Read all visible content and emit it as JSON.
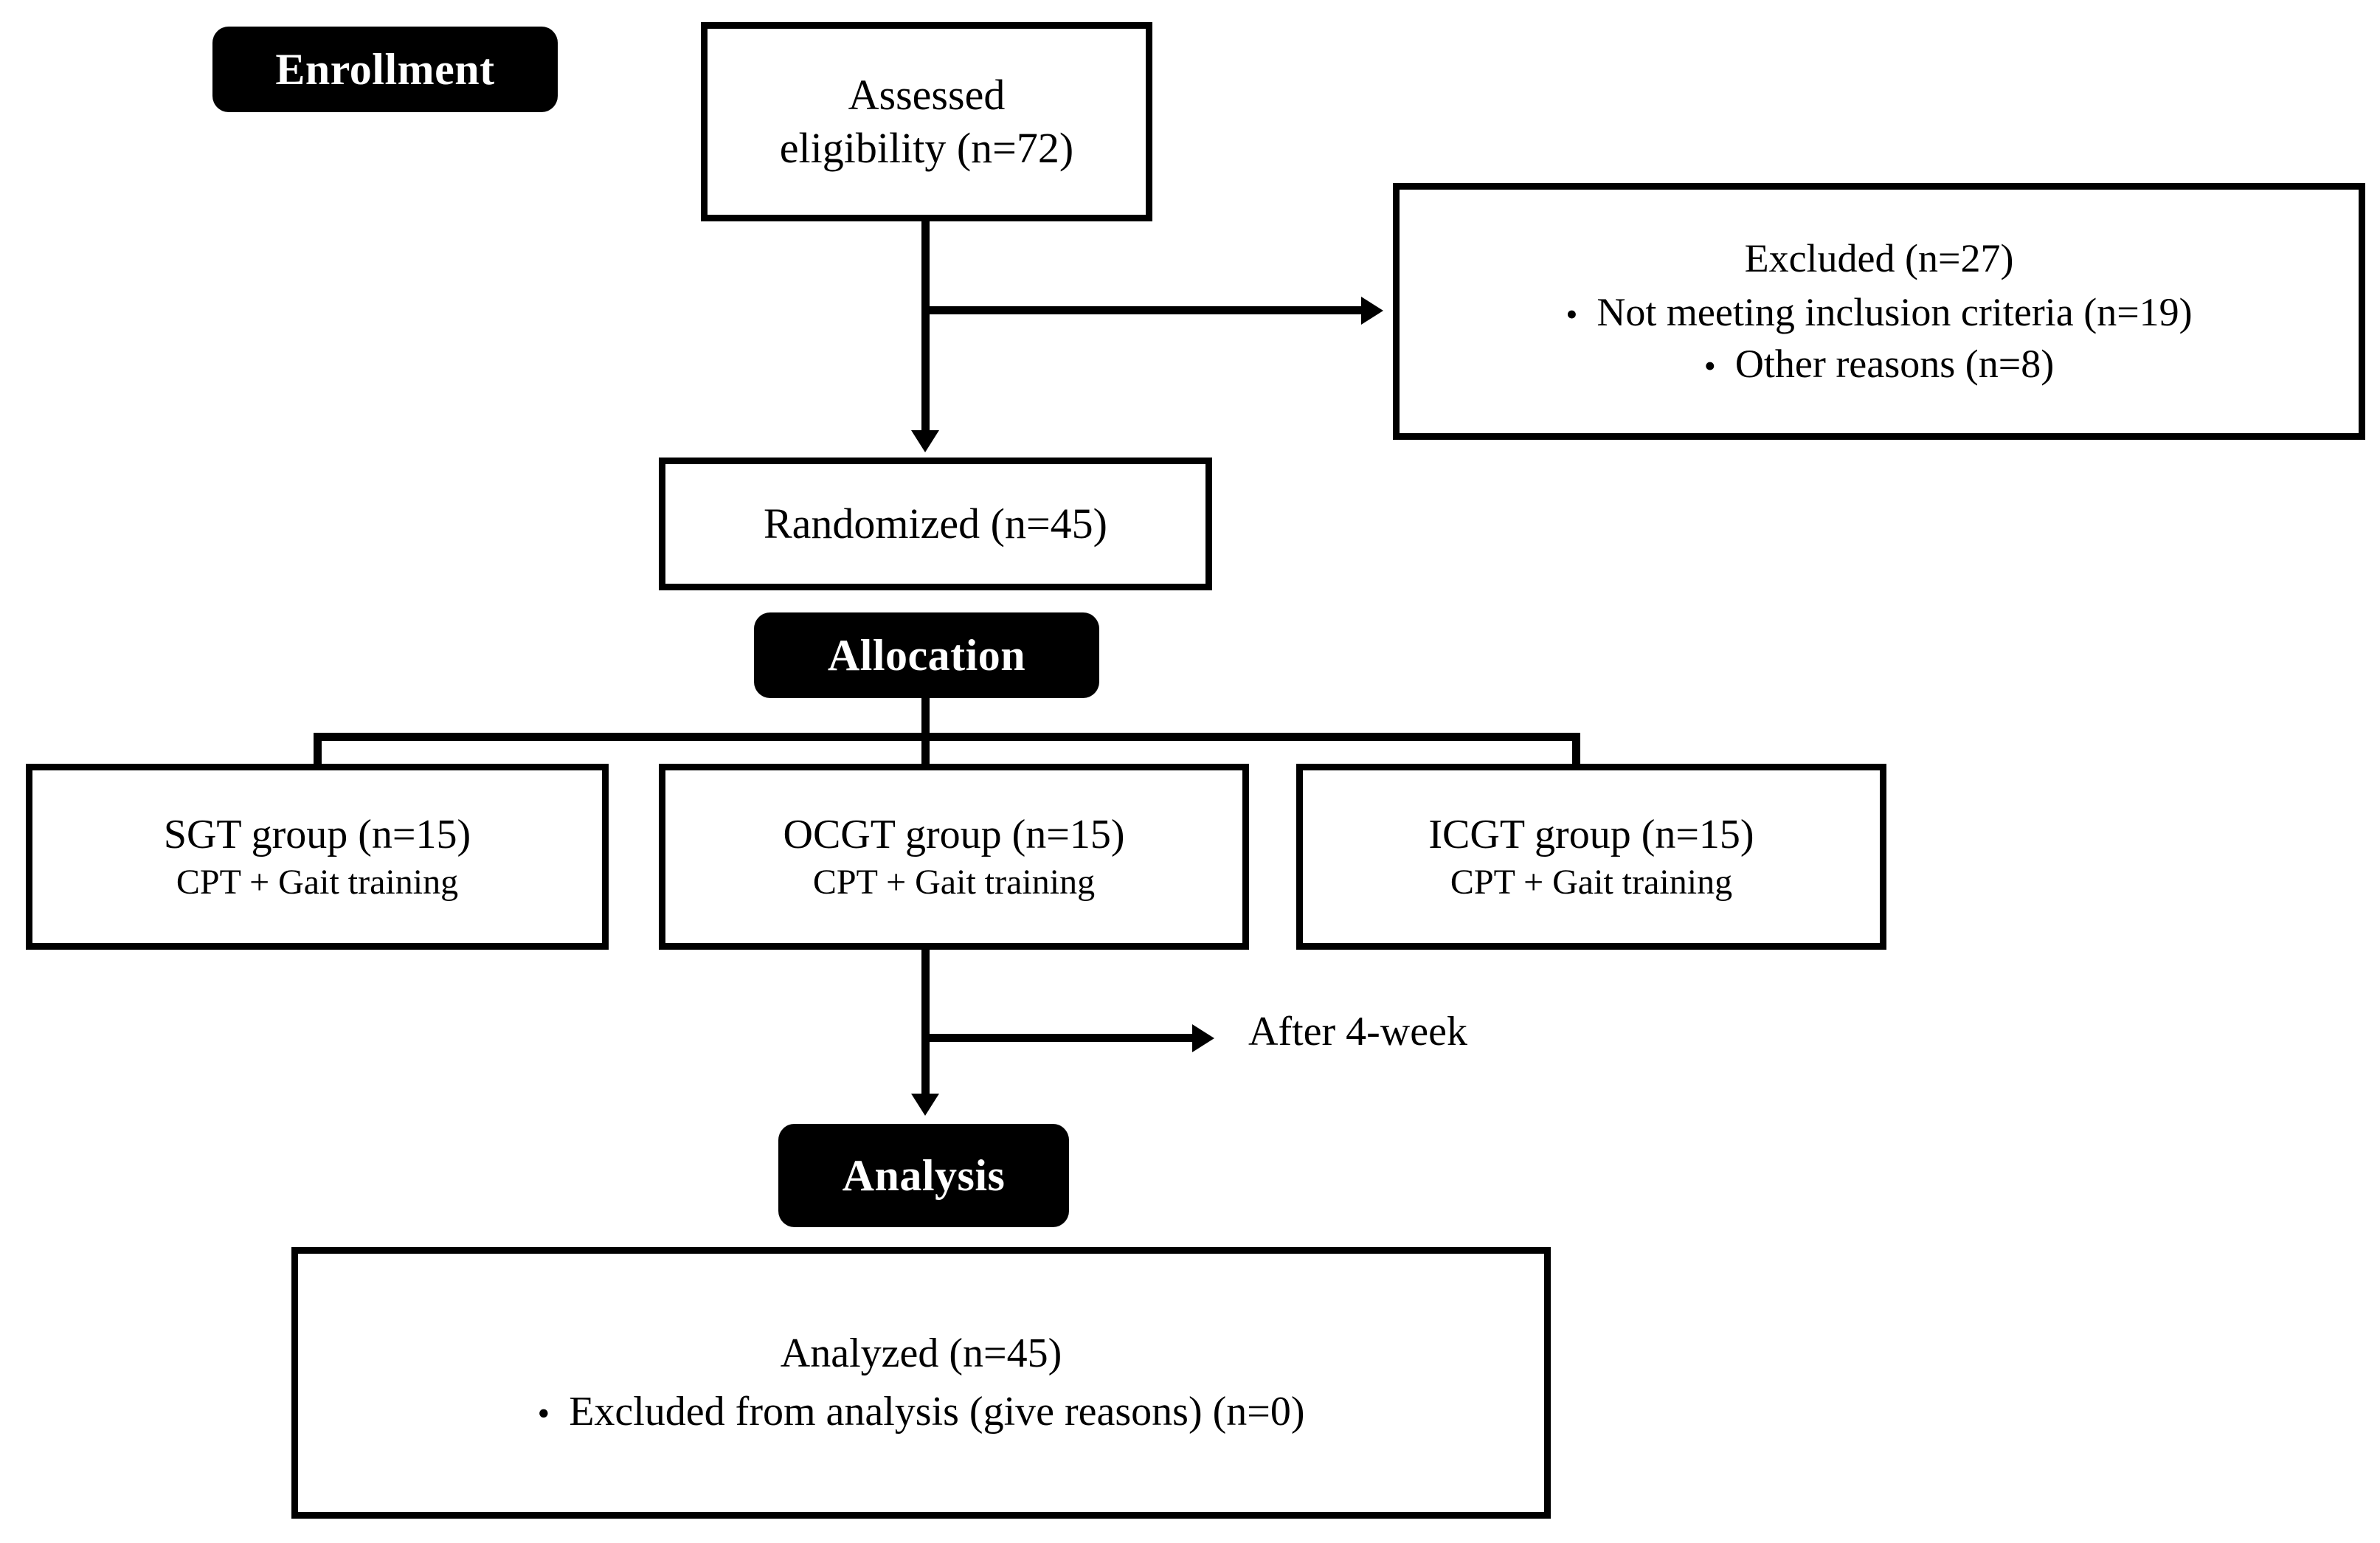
{
  "diagram": {
    "type": "consort-flow-diagram",
    "title": "CONSORT participant flow diagram",
    "colors": {
      "background": "#ffffff",
      "stroke": "#000000",
      "badge_background": "#000000",
      "badge_text": "#ffffff",
      "box_background": "#ffffff",
      "text": "#000000"
    }
  },
  "phases": {
    "enrollment": "Enrollment",
    "allocation": "Allocation",
    "analysis": "Analysis"
  },
  "nodes": {
    "assessed": {
      "line1": "Assessed",
      "line2": "eligibility (n=72)",
      "n": 72
    },
    "excluded": {
      "heading": "Excluded (n=27)",
      "n": 27,
      "reasons": [
        {
          "bullet": "•",
          "text": "Not meeting inclusion criteria (n=19)",
          "n": 19
        },
        {
          "bullet": "•",
          "text": "Other reasons (n=8)",
          "n": 8
        }
      ]
    },
    "randomized": {
      "label": "Randomized (n=45)",
      "n": 45
    },
    "groups": [
      {
        "name": "SGT group (n=15)",
        "intervention": "CPT + Gait training",
        "n": 15
      },
      {
        "name": "OCGT group (n=15)",
        "intervention": "CPT + Gait training",
        "n": 15
      },
      {
        "name": "ICGT group (n=15)",
        "intervention": "CPT + Gait training",
        "n": 15
      }
    ],
    "followup": {
      "label": "After 4-week"
    },
    "analyzed": {
      "heading": "Analyzed (n=45)",
      "n": 45,
      "notes": [
        {
          "bullet": "•",
          "text": "Excluded from analysis (give reasons) (n=0)",
          "n": 0
        }
      ]
    }
  }
}
